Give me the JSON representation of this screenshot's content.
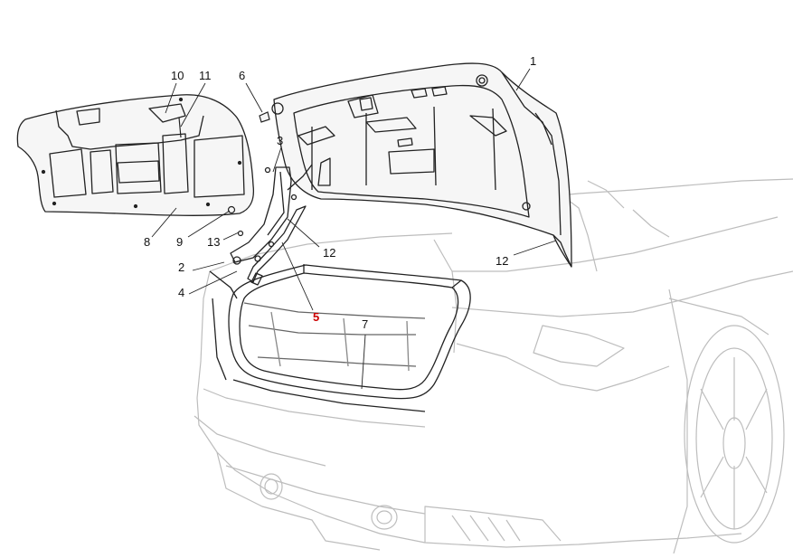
{
  "colors": {
    "line": "#222222",
    "ghost": "#bdbdbd",
    "highlight": "#cc0000",
    "panel": "#f6f6f6"
  },
  "callouts": [
    {
      "id": "c1",
      "text": "1"
    },
    {
      "id": "c2",
      "text": "2"
    },
    {
      "id": "c3",
      "text": "3"
    },
    {
      "id": "c4",
      "text": "4"
    },
    {
      "id": "c5",
      "text": "5",
      "highlight": true
    },
    {
      "id": "c6",
      "text": "6"
    },
    {
      "id": "c7",
      "text": "7"
    },
    {
      "id": "c8",
      "text": "8"
    },
    {
      "id": "c9",
      "text": "9"
    },
    {
      "id": "c10",
      "text": "10"
    },
    {
      "id": "c11",
      "text": "11"
    },
    {
      "id": "c12a",
      "text": "12"
    },
    {
      "id": "c12b",
      "text": "12"
    },
    {
      "id": "c13",
      "text": "13"
    }
  ]
}
